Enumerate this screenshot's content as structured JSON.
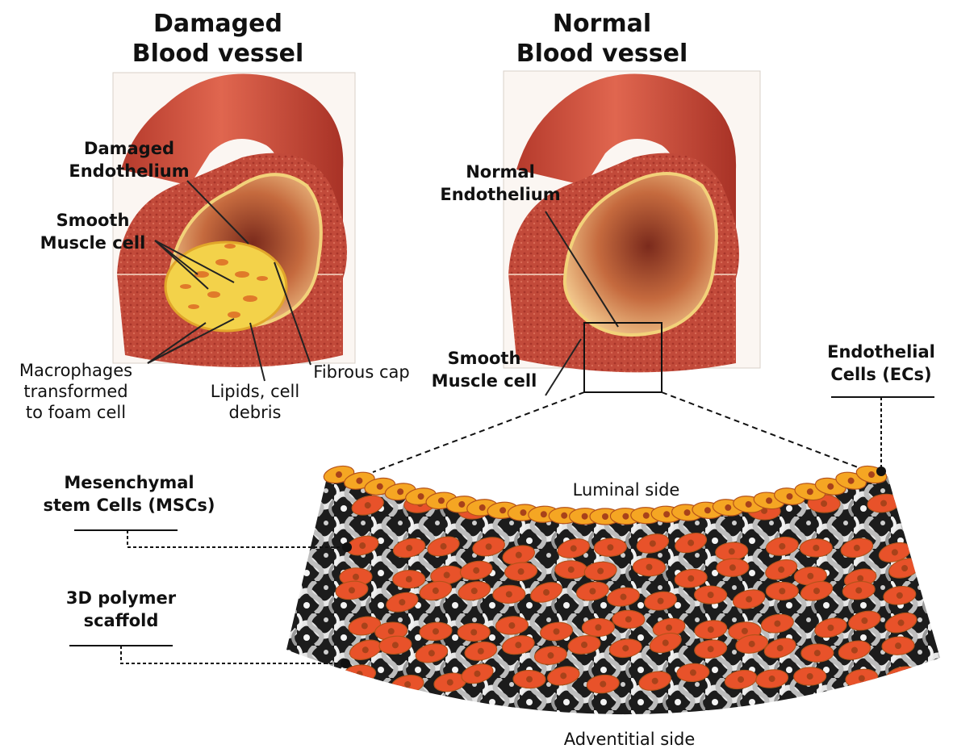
{
  "panels": {
    "damaged": {
      "title_line1": "Damaged",
      "title_line2": "Blood vessel",
      "labels": {
        "endothelium_1": "Damaged",
        "endothelium_2": "Endothelium",
        "smooth_muscle_1": "Smooth",
        "smooth_muscle_2": "Muscle cell",
        "macrophages_1": "Macrophages",
        "macrophages_2": "transformed",
        "macrophages_3": "to foam cell",
        "lipids_1": "Lipids, cell",
        "lipids_2": "debris",
        "fibrous_cap": "Fibrous cap"
      }
    },
    "normal": {
      "title_line1": "Normal",
      "title_line2": "Blood vessel",
      "labels": {
        "endothelium_1": "Normal",
        "endothelium_2": "Endothelium",
        "smooth_muscle_1": "Smooth",
        "smooth_muscle_2": "Muscle cell"
      }
    }
  },
  "scaffold": {
    "endothelial_1": "Endothelial",
    "endothelial_2": "Cells (ECs)",
    "msc_1": "Mesenchymal",
    "msc_2": "stem Cells (MSCs)",
    "polymer_1": "3D polymer",
    "polymer_2": "scaffold",
    "luminal": "Luminal side",
    "adventitial": "Adventitial  side"
  },
  "colors": {
    "vessel_outer": "#c8473a",
    "vessel_wall": "#b23a30",
    "lumen_inner": "#e8b37a",
    "endothelium_line": "#f2d27a",
    "plaque": "#f3d24a",
    "ec_cell": "#f5a623",
    "msc_cell": "#e8522a",
    "scaffold_dark": "#2a2a2a",
    "scaffold_light": "#d9d9d9"
  }
}
